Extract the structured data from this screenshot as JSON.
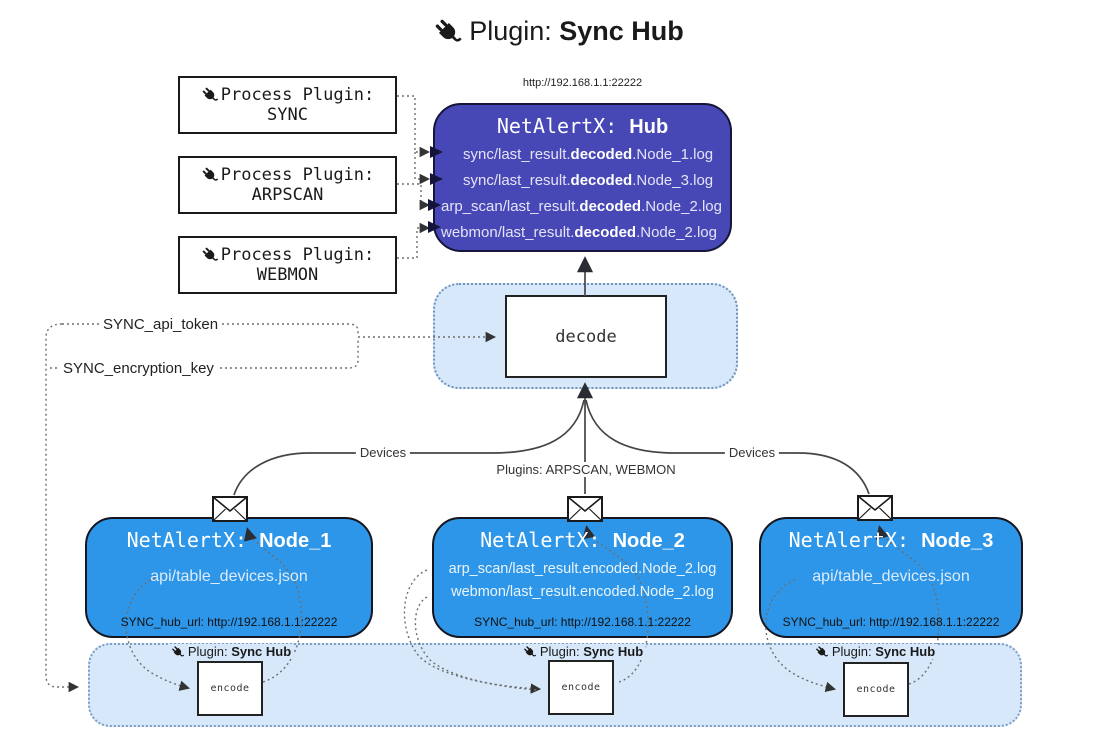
{
  "title": {
    "icon": "plug-icon",
    "prefix": "Plugin: ",
    "bold": "Sync Hub"
  },
  "process_plugins": [
    {
      "icon": "plug-icon",
      "label": "Process Plugin:",
      "name": "SYNC"
    },
    {
      "icon": "plug-icon",
      "label": "Process Plugin:",
      "name": "ARPSCAN"
    },
    {
      "icon": "plug-icon",
      "label": "Process Plugin:",
      "name": "WEBMON"
    }
  ],
  "hub": {
    "url": "http://192.168.1.1:22222",
    "title_prefix": "NetAlertX: ",
    "title_bold": "Hub",
    "logs": [
      {
        "pre": "sync/last_result.",
        "bold": "decoded",
        "post": ".Node_1.log"
      },
      {
        "pre": "sync/last_result.",
        "bold": "decoded",
        "post": ".Node_3.log"
      },
      {
        "pre": "arp_scan/last_result.",
        "bold": "decoded",
        "post": ".Node_2.log"
      },
      {
        "pre": "webmon/last_result.",
        "bold": "decoded",
        "post": ".Node_2.log"
      }
    ]
  },
  "decode_box": {
    "label": "decode"
  },
  "secrets": {
    "api_token": "SYNC_api_token",
    "encryption_key": "SYNC_encryption_key"
  },
  "edge_labels": {
    "devices_left": "Devices",
    "plugins_mid": "Plugins: ARPSCAN, WEBMON",
    "devices_right": "Devices"
  },
  "nodes": [
    {
      "title_prefix": "NetAlertX: ",
      "title_bold": "Node_1",
      "files": [
        "api/table_devices.json"
      ],
      "hub_url": "SYNC_hub_url: http://192.168.1.1:22222"
    },
    {
      "title_prefix": "NetAlertX: ",
      "title_bold": "Node_2",
      "files": [
        "arp_scan/last_result.encoded.Node_2.log",
        "webmon/last_result.encoded.Node_2.log"
      ],
      "hub_url": "SYNC_hub_url: http://192.168.1.1:22222"
    },
    {
      "title_prefix": "NetAlertX: ",
      "title_bold": "Node_3",
      "files": [
        "api/table_devices.json"
      ],
      "hub_url": "SYNC_hub_url: http://192.168.1.1:22222"
    }
  ],
  "encode_band": {
    "plugin_prefix": "Plugin: ",
    "plugin_bold": "Sync Hub",
    "encode_label": "encode"
  },
  "colors": {
    "node_blue": "#2E96E8",
    "hub_indigo": "#4747B5",
    "panel_fill": "#D6E8FA",
    "panel_border": "#7F9EC4",
    "wire": "#454545"
  }
}
